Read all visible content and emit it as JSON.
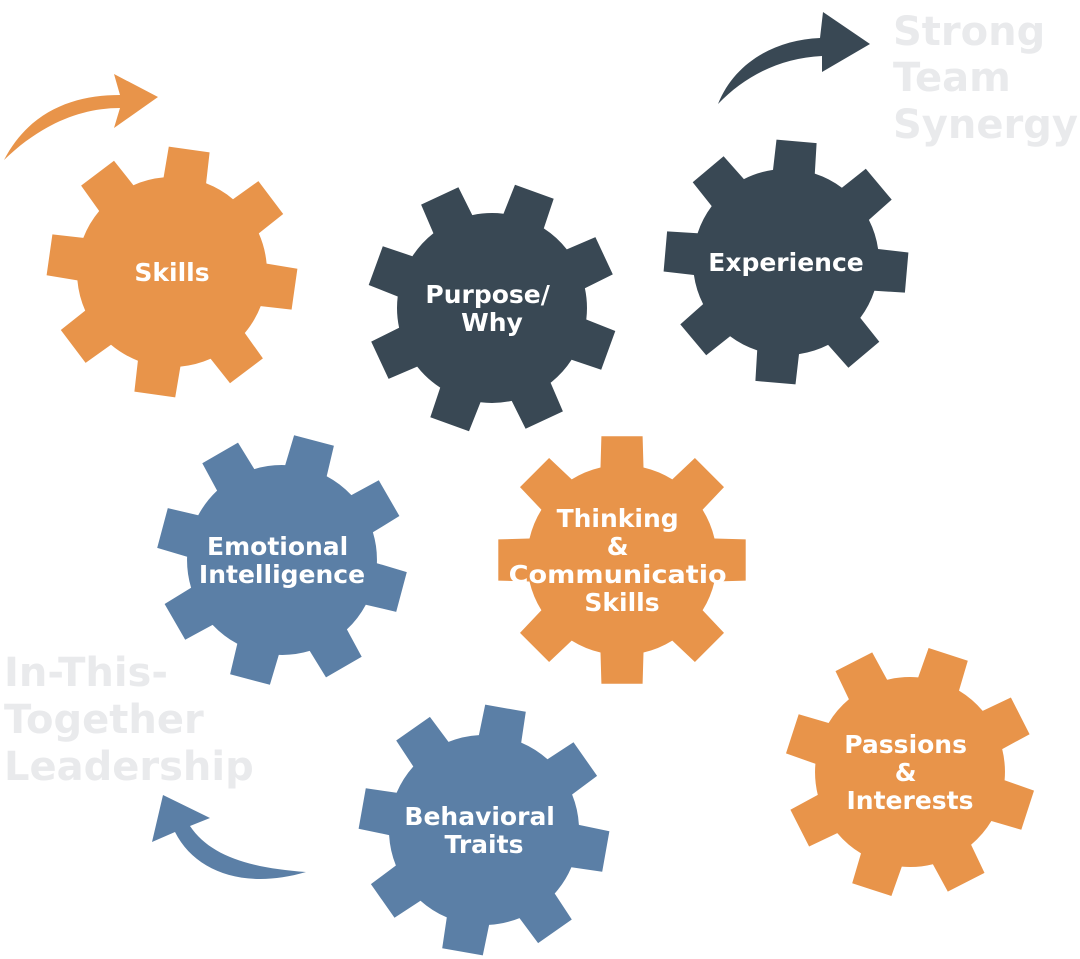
{
  "colors": {
    "orange": "#E8944A",
    "slate": "#394854",
    "blue": "#5B7FA6",
    "faded_text": "#E9EAEC"
  },
  "gears": [
    {
      "id": "skills",
      "color": "orange",
      "lines": [
        "Skills"
      ]
    },
    {
      "id": "purpose",
      "color": "slate",
      "lines": [
        "Purpose/",
        "Why"
      ]
    },
    {
      "id": "experience",
      "color": "slate",
      "lines": [
        "Experience"
      ]
    },
    {
      "id": "emotional",
      "color": "blue",
      "lines": [
        "Emotional",
        "Intelligence"
      ]
    },
    {
      "id": "thinking",
      "color": "orange",
      "lines": [
        "Thinking",
        "&",
        "Communicatio",
        "Skills"
      ]
    },
    {
      "id": "behavioral",
      "color": "blue",
      "lines": [
        "Behavioral",
        "Traits"
      ]
    },
    {
      "id": "passions",
      "color": "orange",
      "lines": [
        "Passions",
        "&",
        "Interests"
      ]
    }
  ],
  "side_labels": {
    "team_synergy": [
      "Strong",
      "Team",
      "Synergy"
    ],
    "leadership": [
      "In-This-",
      "Together",
      "Leadership"
    ]
  },
  "arrows": [
    {
      "id": "top-left-arrow",
      "color": "orange"
    },
    {
      "id": "top-right-arrow",
      "color": "slate"
    },
    {
      "id": "bottom-left-arrow",
      "color": "blue"
    }
  ]
}
